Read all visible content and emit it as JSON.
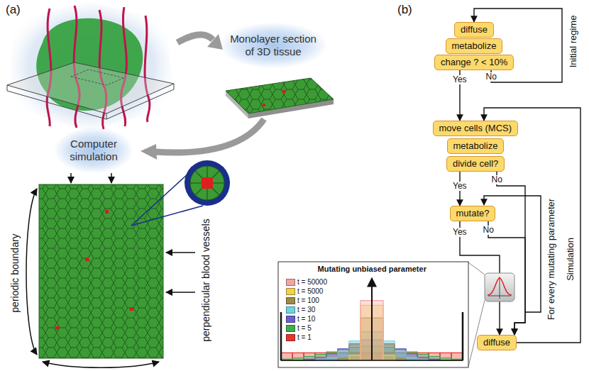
{
  "diagram": {
    "nodes": [
      {
        "text": [
          "Monolayer section of 3D tissue"
        ]
      },
      {
        "text": [
          "Computer simulation"
        ]
      },
      {
        "text": [
          "diffuse"
        ]
      },
      {
        "text": [
          "metabolize"
        ]
      },
      {
        "text": [
          "change ? < 10%"
        ]
      },
      {
        "text": [
          "move cells (MCS)"
        ]
      },
      {
        "text": [
          "metabolize"
        ]
      },
      {
        "text": [
          "divide cell?"
        ]
      },
      {
        "text": [
          "mutate?"
        ]
      },
      {
        "text": [
          "diffuse"
        ]
      }
    ],
    "edges": [
      {
        "from": 4,
        "to": 2,
        "arrow": "to",
        "label": "No"
      },
      {
        "from": 4,
        "to": 5,
        "arrow": "to",
        "label": "Yes"
      },
      {
        "from": 7,
        "to": 8,
        "arrow": "to",
        "label": "Yes"
      },
      {
        "from": 7,
        "to": 9,
        "arrow": "to",
        "label": "No"
      },
      {
        "from": 8,
        "to": 9,
        "arrow": "to",
        "label": "Yes"
      },
      {
        "from": 8,
        "to": 9,
        "arrow": "to",
        "label": "No"
      },
      {
        "from": 9,
        "to": 5,
        "arrow": "to"
      }
    ],
    "labels": [
      "(a)",
      "periodic boundary",
      "perpendicular blood vessels",
      "(b)",
      "Initial regime",
      "For every mutating parameter",
      "Simulation",
      "Mutating unbiased parameter"
    ],
    "legend": [
      {
        "text": "t = 50000",
        "color": "#f4a3a0"
      },
      {
        "text": "t = 5000",
        "color": "#f2d24b"
      },
      {
        "text": "t = 100",
        "color": "#9c8a4a"
      },
      {
        "text": "t = 30",
        "color": "#6fd3e3"
      },
      {
        "text": "t = 10",
        "color": "#6a5fd0"
      },
      {
        "text": "t = 5",
        "color": "#3fae49"
      },
      {
        "text": "t = 1",
        "color": "#e8332a"
      }
    ]
  }
}
